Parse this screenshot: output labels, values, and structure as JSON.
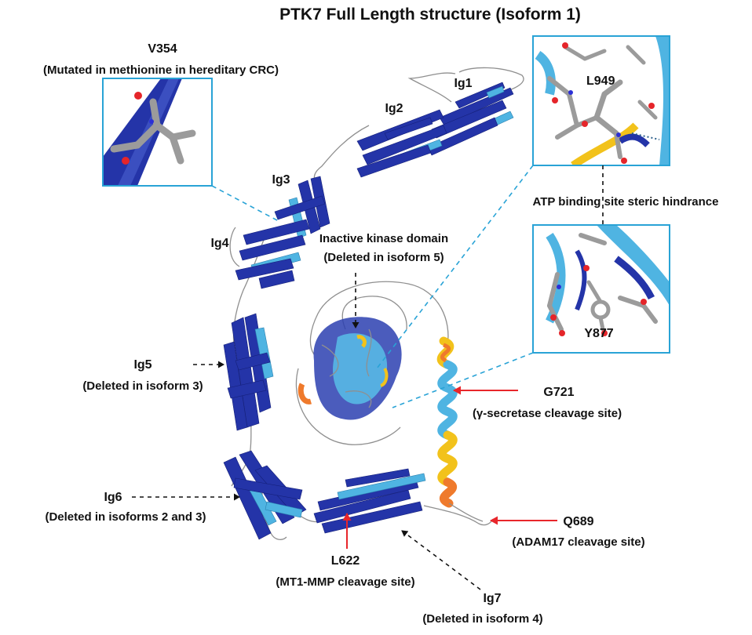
{
  "title": "PTK7 Full Length structure (Isoform 1)",
  "domains": {
    "ig1": "Ig1",
    "ig2": "Ig2",
    "ig3": "Ig3",
    "ig4": "Ig4",
    "ig5": {
      "name": "Ig5",
      "note": "(Deleted in isoform 3)"
    },
    "ig6": {
      "name": "Ig6",
      "note": "(Deleted in isoforms 2 and 3)"
    },
    "ig7": {
      "name": "Ig7",
      "note": "(Deleted in isoform 4)"
    },
    "kinase": {
      "name": "Inactive kinase domain",
      "note": "(Deleted in isoform 5)"
    }
  },
  "sites": {
    "v354": {
      "name": "V354",
      "note": "(Mutated in methionine in hereditary CRC)"
    },
    "l949": {
      "name": "L949"
    },
    "atp": {
      "note": "ATP binding site steric hindrance"
    },
    "y877": {
      "name": "Y877"
    },
    "g721": {
      "name": "G721",
      "note": "(γ-secretase cleavage site)"
    },
    "q689": {
      "name": "Q689",
      "note": "(ADAM17 cleavage site)"
    },
    "l622": {
      "name": "L622",
      "note": "(MT1-MMP cleavage site)"
    }
  },
  "colors": {
    "strand_dark": "#2434a8",
    "strand_light": "#4fb4e2",
    "helix_yellow": "#f2c21b",
    "helix_orange": "#ef7a2c",
    "oxygen_red": "#e5252a",
    "nitrogen_blue": "#2b2fd6",
    "inset_border": "#29a3d6",
    "arrow_red": "#e8262b"
  }
}
